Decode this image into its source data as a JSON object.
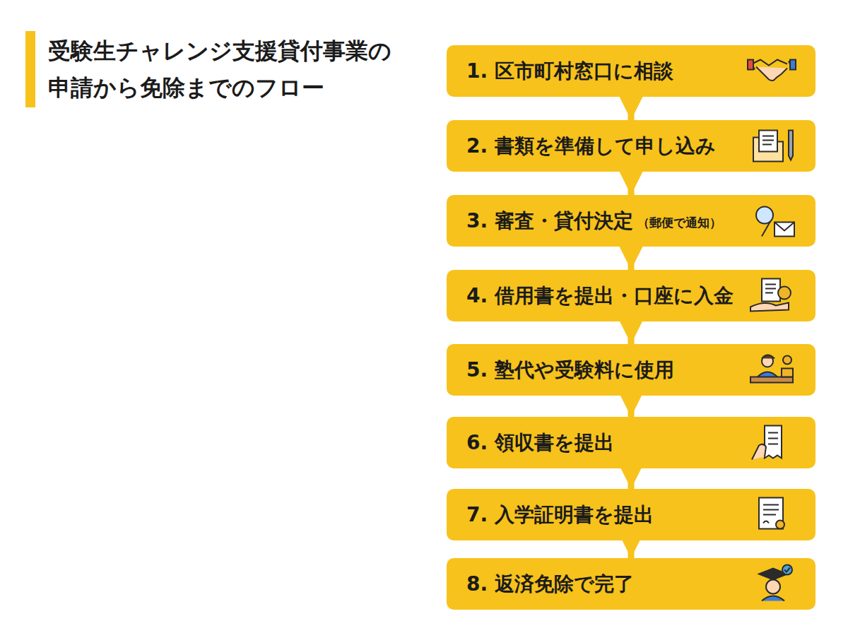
{
  "diagram": {
    "title": "受験生チャレンジ支援貸付事業の 申請から免除までのフロー",
    "nodes": [
      {
        "text": [
          "1. 区市町村窓口に相談"
        ]
      },
      {
        "text": [
          "2. 書類を準備して申し込み"
        ]
      },
      {
        "text": [
          "3. 審査・貸付決定",
          "（郵便で通知）"
        ]
      },
      {
        "text": [
          "4. 借用書を提出・口座に入金"
        ]
      },
      {
        "text": [
          "5. 塾代や受験料に使用"
        ]
      },
      {
        "text": [
          "6. 領収書を提出"
        ]
      },
      {
        "text": [
          "7. 入学証明書を提出"
        ]
      },
      {
        "text": [
          "8. 返済免除で完了"
        ]
      }
    ],
    "edges": [
      {
        "from": 0,
        "to": 1,
        "arrow": "to"
      },
      {
        "from": 1,
        "to": 2,
        "arrow": "to"
      },
      {
        "from": 2,
        "to": 3,
        "arrow": "to"
      },
      {
        "from": 3,
        "to": 4,
        "arrow": "to"
      },
      {
        "from": 4,
        "to": 5,
        "arrow": "to"
      },
      {
        "from": 5,
        "to": 6,
        "arrow": "to"
      },
      {
        "from": 6,
        "to": 7,
        "arrow": "to"
      }
    ]
  }
}
